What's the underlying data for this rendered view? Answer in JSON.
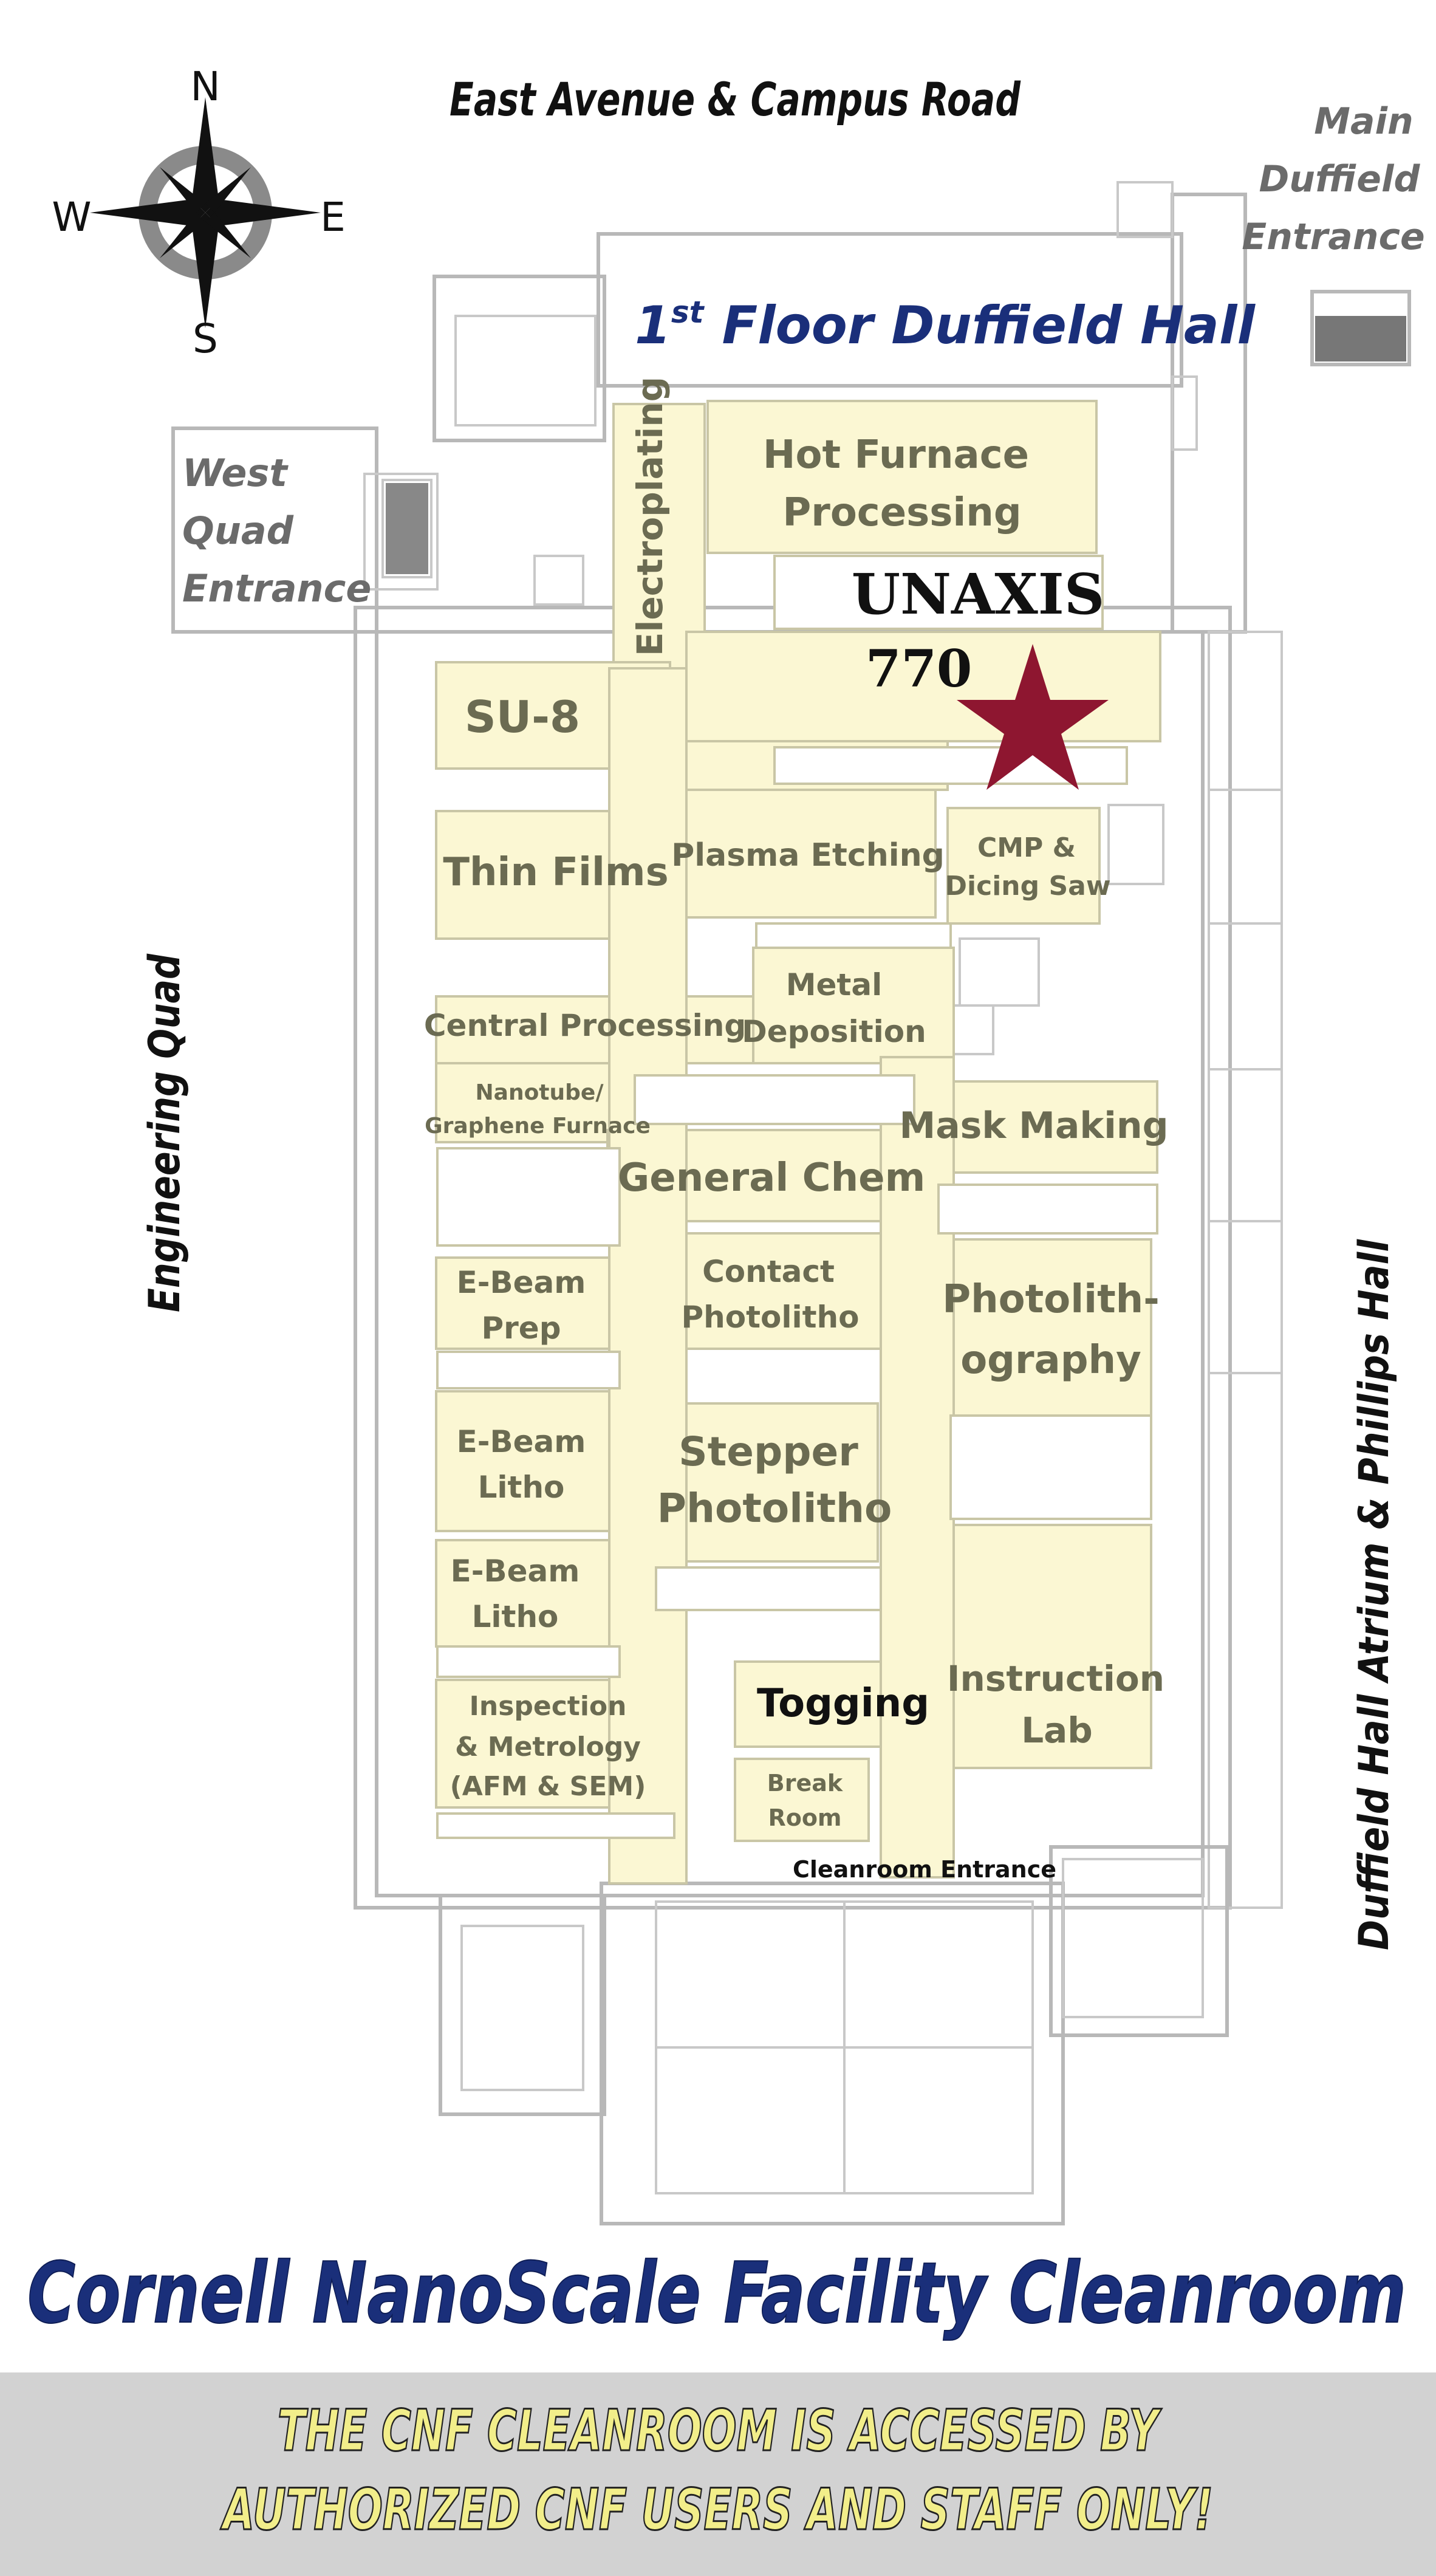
{
  "colors": {
    "room_fill": "#fbf7d3",
    "room_text": "#6b6b52",
    "wall": "#b8b8b8",
    "title_blue": "#1a2f7a",
    "star": "#8e1630",
    "banner_bg": "#d2d2d2",
    "banner_text": "#f2ee8a"
  },
  "compass": {
    "n": "N",
    "s": "S",
    "e": "E",
    "w": "W"
  },
  "streets": {
    "north": "East Avenue & Campus Road",
    "west": "Engineering Quad",
    "east": "Duffield Hall Atrium & Phillips Hall"
  },
  "entrances": {
    "main": [
      "Main",
      "Duffield",
      "Entrance"
    ],
    "west_quad": [
      "West",
      "Quad",
      "Entrance"
    ],
    "cleanroom": "Cleanroom Entrance"
  },
  "floor_title": {
    "number": "1",
    "suffix": "st",
    "rest": " Floor Duffield Hall"
  },
  "rooms": {
    "hot_furnace": [
      "Hot Furnace",
      "Processing"
    ],
    "electroplating": "Electroplating",
    "su8": "SU-8",
    "thin_films": "Thin Films",
    "plasma_etching": "Plasma Etching",
    "cmp": [
      "CMP &",
      "Dicing Saw"
    ],
    "central_processing": "Central Processing",
    "metal_deposition": [
      "Metal",
      "Deposition"
    ],
    "nanotube": [
      "Nanotube/",
      "Graphene Furnace"
    ],
    "mask_making": "Mask Making",
    "general_chem": "General Chem",
    "contact_photolitho": [
      "Contact",
      "Photolitho"
    ],
    "ebeam_prep": [
      "E-Beam",
      "Prep"
    ],
    "photolithography": [
      "Photolith-",
      "ography"
    ],
    "ebeam_litho_1": [
      "E-Beam",
      "Litho"
    ],
    "stepper": [
      "Stepper",
      "Photolitho"
    ],
    "ebeam_litho_2": [
      "E-Beam",
      "Litho"
    ],
    "instruction_lab": [
      "Instruction",
      "Lab"
    ],
    "inspection": [
      "Inspection",
      "& Metrology",
      "(AFM & SEM)"
    ],
    "togging": "Togging",
    "break_room": [
      "Break",
      "Room"
    ]
  },
  "highlight": {
    "line1": "UNAXIS",
    "line2": "770"
  },
  "facility_title": "Cornell NanoScale Facility Cleanroom",
  "banner": [
    "THE CNF CLEANROOM IS ACCESSED BY",
    "AUTHORIZED CNF USERS AND STAFF ONLY!"
  ]
}
